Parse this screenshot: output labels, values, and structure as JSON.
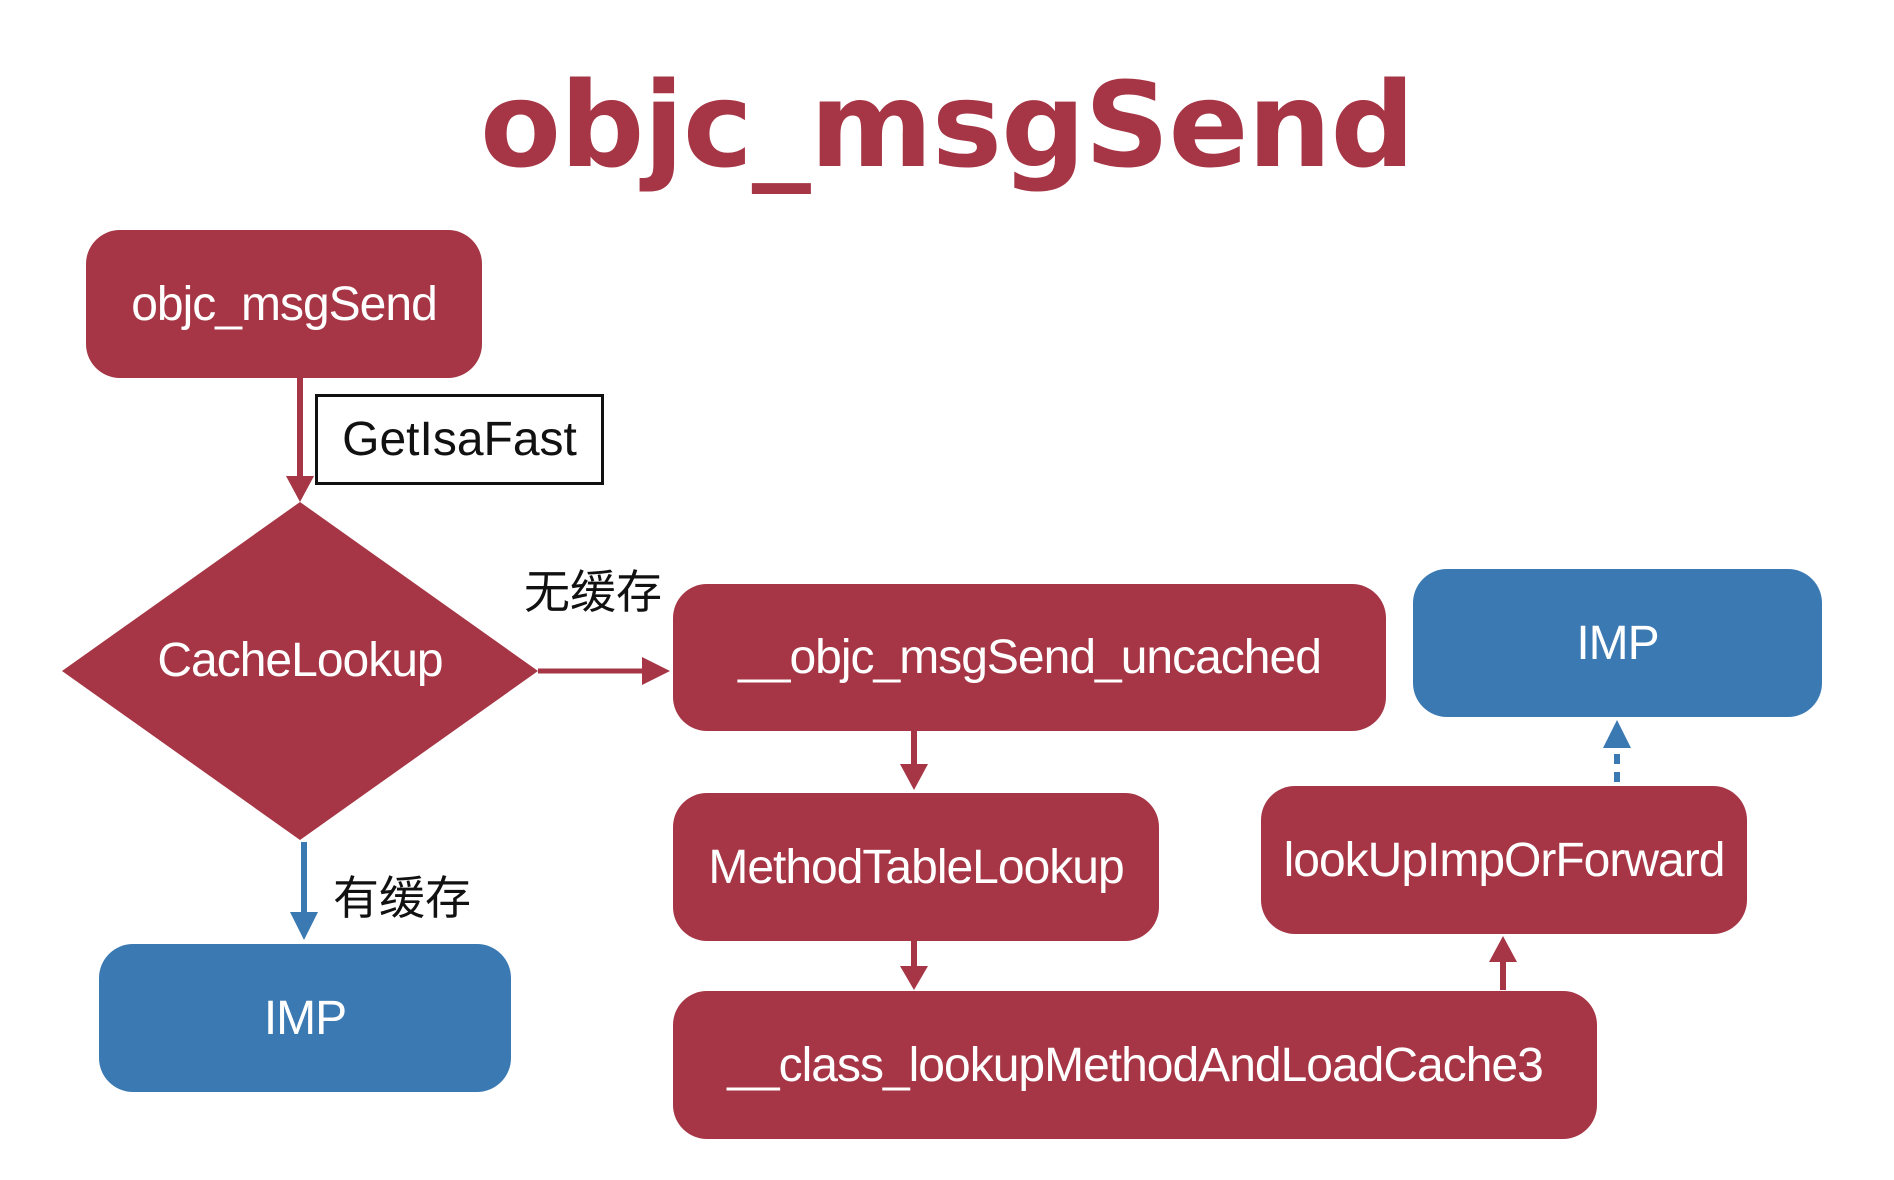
{
  "title": "objc_msgSend",
  "nodes": {
    "start": "objc_msgSend",
    "cache_lookup": "CacheLookup",
    "imp_cached": "IMP",
    "uncached": "__objc_msgSend_uncached",
    "method_table_lookup": "MethodTableLookup",
    "class_lookup": "__class_lookupMethodAndLoadCache3",
    "lookup_imp_or_forward": "lookUpImpOrForward",
    "imp_result": "IMP"
  },
  "edge_labels": {
    "get_isa_fast": "GetIsaFast",
    "no_cache": "无缓存",
    "has_cache": "有缓存"
  },
  "colors": {
    "red": "#a63645",
    "blue": "#3b79b3",
    "title": "#a63645"
  }
}
